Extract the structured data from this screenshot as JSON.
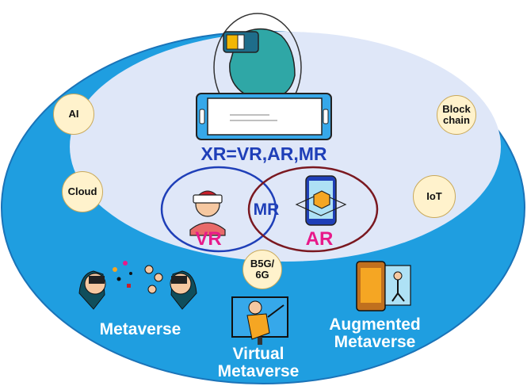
{
  "center": {
    "title": "XR=VR,AR,MR"
  },
  "venn": {
    "vr_label": "VR",
    "mr_label": "MR",
    "ar_label": "AR"
  },
  "technologies": {
    "ai": "AI",
    "cloud": "Cloud",
    "blockchain": "Block chain",
    "iot": "IoT",
    "b5g": "B5G/ 6G"
  },
  "metaverse_types": {
    "metaverse": "Metaverse",
    "virtual": "Virtual Metaverse",
    "augmented": "Augmented Metaverse"
  },
  "colors": {
    "outer_ellipse": "#1f9ee0",
    "inner_ellipse": "#dfe7f8",
    "vr_circle": "#1f3fb8",
    "ar_circle": "#7a1820",
    "vr_text": "#e8198a",
    "ar_text": "#e8198a",
    "xr_text": "#1f3fb8"
  },
  "icons": [
    "head-vr-icon",
    "phone-icon",
    "vr-user-icon",
    "ar-phone-icon",
    "metaverse-people-icon",
    "virtual-gamer-icon",
    "augmented-phone-icon"
  ]
}
